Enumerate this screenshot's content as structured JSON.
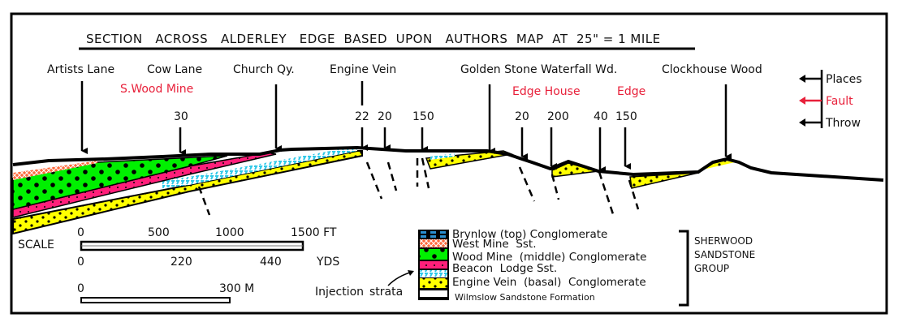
{
  "title": "SECTION   ACROSS   ALDERLEY   EDGE  BASED  UPON   AUTHORS  MAP  AT  25\" = 1 MILE",
  "places": {
    "artists_lane": "Artists Lane",
    "cow_lane": "Cow Lane",
    "church_qy": "Church Qy.",
    "engine_vein": "Engine Vein",
    "golden_stone": "Golden Stone Waterfall Wd.",
    "clockhouse_wood": "Clockhouse Wood"
  },
  "faults": {
    "s_wood_mine": "S.Wood Mine",
    "edge_house": "Edge House",
    "edge": "Edge"
  },
  "throws": [
    "30",
    "22",
    "20",
    "150",
    "20",
    "200",
    "40",
    "150"
  ],
  "key": {
    "places": "Places",
    "fault": "Fault",
    "throw": "Throw"
  },
  "scale": {
    "label": "SCALE",
    "ft_ticks": [
      "0",
      "500",
      "1000",
      "1500 FT"
    ],
    "yds_ticks": [
      "0",
      "220",
      "440"
    ],
    "yds_unit": "YDS",
    "m_ticks": [
      "0",
      "300 M"
    ]
  },
  "injection": {
    "label": "Injection",
    "strata": "strata"
  },
  "legend": [
    {
      "label": "Brynlow (top) Conglomerate",
      "color": "#2a8fd0"
    },
    {
      "label": "West Mine  Sst.",
      "color": "#ff6a3d"
    },
    {
      "label": "Wood Mine  (middle) Conglomerate",
      "color": "#00f000"
    },
    {
      "label": "Beacon  Lodge Sst.",
      "color": "#ff1f7a"
    },
    {
      "label": "Engine Vein  (basal)  Conglomerate",
      "color": "#3fd8f0"
    },
    {
      "label": "Wilmslow Sandstone Formation",
      "color": "#ffffff"
    }
  ],
  "basal_color": "#ffff00",
  "fault_color": "#e8203a",
  "group": [
    "SHERWOOD",
    "SANDSTONE",
    "GROUP"
  ]
}
